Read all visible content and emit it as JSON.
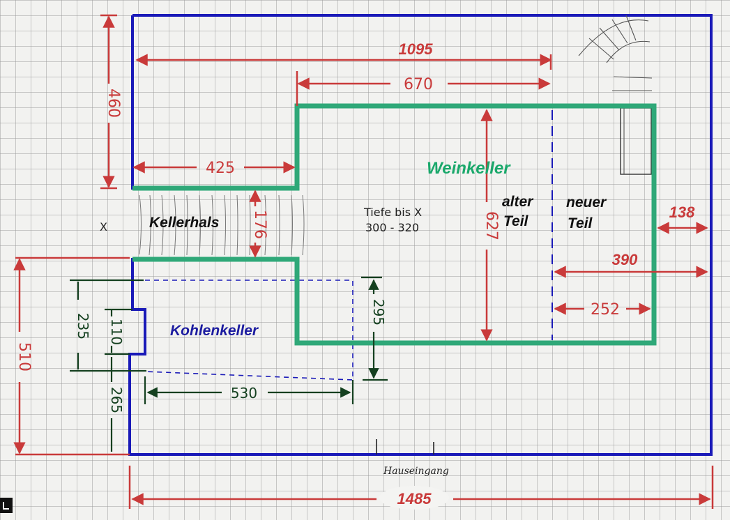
{
  "colors": {
    "grid": "#9a9a9a",
    "outline": "#1a1ab8",
    "wine_cellar": "#2fa878",
    "dimension_red": "#c93a3a",
    "dimension_dark": "#14401f"
  },
  "rooms": {
    "wine_cellar": "Weinkeller",
    "cellar_neck": "Kellerhals",
    "coal_cellar": "Kohlenkeller"
  },
  "parts": {
    "old_line1": "alter",
    "old_line2": "Teil",
    "new_line1": "neuer",
    "new_line2": "Teil"
  },
  "notes": {
    "depth_line1": "Tiefe bis X",
    "depth_line2": "300 - 320",
    "marker": "X",
    "entrance": "Hauseingang"
  },
  "dimensions": {
    "top_total": "1095",
    "top_inner": "670",
    "left_top": "460",
    "neck_width": "425",
    "neck_height": "176",
    "cellar_height": "627",
    "right_gap": "138",
    "new_part_long": "390",
    "new_part_short": "252",
    "left_bottom": "510",
    "coal_235": "235",
    "coal_110": "110",
    "coal_265": "265",
    "coal_295": "295",
    "coal_530": "530",
    "bottom_total": "1485"
  }
}
